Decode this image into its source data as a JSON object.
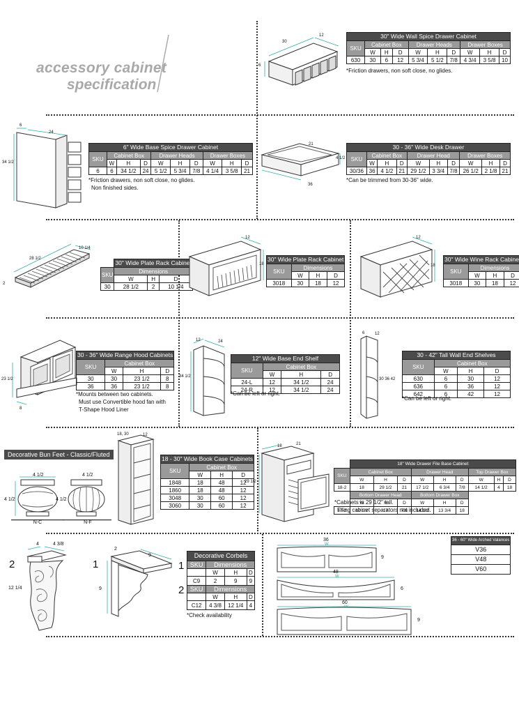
{
  "page_title": {
    "line1": "accessory cabinet",
    "line2": "specification"
  },
  "spice30": {
    "title": "30\" Wide Wall Spice Drawer Cabinet",
    "groups": [
      "SKU",
      "Cabinet Box",
      "Drawer Heads",
      "Drawer Boxes"
    ],
    "cols": [
      "W",
      "H",
      "D",
      "W",
      "H",
      "D",
      "W",
      "H",
      "D"
    ],
    "row": [
      "630",
      "30",
      "6",
      "12",
      "5 3/4",
      "5 1/2",
      "7/8",
      "4 3/4",
      "3 5/8",
      "10"
    ],
    "note": "*Friction drawers, non soft close, no glides.",
    "dims": {
      "w": "30",
      "d": "12",
      "h": "6"
    }
  },
  "spice6": {
    "title": "6\" Wide Base Spice Drawer Cabinet",
    "groups": [
      "SKU",
      "Cabinet Box",
      "Drawer Heads",
      "Drawer Boxes"
    ],
    "cols": [
      "W",
      "H",
      "D",
      "W",
      "H",
      "D",
      "W",
      "H",
      "D"
    ],
    "row": [
      "6",
      "6",
      "34 1/2",
      "24",
      "5 1/2",
      "5 3/4",
      "7/8",
      "4 1/4",
      "3 5/8",
      "21"
    ],
    "note1": "*Friction drawers, non soft close, no glides.",
    "note2": "Non finished sides.",
    "dims": {
      "w": "6",
      "d": "24",
      "h": "34 1/2"
    }
  },
  "desk": {
    "title": "30 - 36\" Wide Desk Drawer",
    "groups": [
      "SKU",
      "Cabinet Box",
      "Drawer Head",
      "Drawer Boxes"
    ],
    "cols": [
      "W",
      "H",
      "D",
      "W",
      "H",
      "D",
      "W",
      "H",
      "D"
    ],
    "row": [
      "30/36",
      "36",
      "4 1/2",
      "21",
      "29 1/2",
      "3 3/4",
      "7/8",
      "26 1/2",
      "2 1/8",
      "21"
    ],
    "note": "*Can be trimmed from 30-36\" wide.",
    "dims": {
      "w": "36",
      "d": "21",
      "h": "4 1/2"
    }
  },
  "plate30": {
    "title": "30\" Wide Plate Rack Cabinet",
    "groups": [
      "SKU",
      "Dimensions"
    ],
    "cols": [
      "W",
      "H",
      "D"
    ],
    "row": [
      "30",
      "28 1/2",
      "2",
      "10 1/4"
    ],
    "dims": {
      "w": "28 1/2",
      "d": "10 1/4",
      "h": "2"
    }
  },
  "plate3018": {
    "title": "30\" Wide Plate Rack Cabinet",
    "groups": [
      "SKU",
      "Dimensions"
    ],
    "cols": [
      "W",
      "H",
      "D"
    ],
    "row": [
      "3018",
      "30",
      "18",
      "12"
    ],
    "dims": {
      "d": "12",
      "h": "18"
    }
  },
  "wine": {
    "title": "30\" Wide Wine Rack Cabinet",
    "groups": [
      "SKU",
      "Dimensions"
    ],
    "cols": [
      "W",
      "H",
      "D"
    ],
    "row": [
      "3018",
      "30",
      "18",
      "12"
    ],
    "dims": {
      "d": "12",
      "h": "18"
    }
  },
  "hood": {
    "title": "30 - 36\" Wide Range Hood Cabinets",
    "groups": [
      "SKU",
      "Cabinet Box"
    ],
    "cols": [
      "W",
      "H",
      "D"
    ],
    "rows": [
      [
        "30",
        "30",
        "23 1/2",
        "8"
      ],
      [
        "36",
        "36",
        "23 1/2",
        "8"
      ]
    ],
    "note1": "*Mounts between two cabinets.",
    "note2": "Must use Convertible hood fan with",
    "note3": "T-Shape Hood Liner",
    "dims": {
      "h": "23 1/2",
      "d": "8"
    }
  },
  "endshelf": {
    "title": "12\" Wide Base End Shelf",
    "groups": [
      "SKU",
      "Cabinet Box"
    ],
    "cols": [
      "W",
      "H",
      "D"
    ],
    "rows": [
      [
        "24-L",
        "12",
        "34 1/2",
        "24"
      ],
      [
        "24-R",
        "12",
        "34 1/2",
        "24"
      ]
    ],
    "note": "*Can be left or right.",
    "dims": {
      "w": "12",
      "d": "24",
      "h": "34 1/2"
    }
  },
  "wallend": {
    "title": "30 - 42\" Tall Wall End Shelves",
    "groups": [
      "SKU",
      "Cabinet Box"
    ],
    "cols": [
      "W",
      "H",
      "D"
    ],
    "rows": [
      [
        "630",
        "6",
        "30",
        "12"
      ],
      [
        "636",
        "6",
        "36",
        "12"
      ],
      [
        "642",
        "6",
        "42",
        "12"
      ]
    ],
    "note": "*Can be left or right.",
    "dims": {
      "w": "6",
      "d": "12",
      "h": "30 36 42"
    }
  },
  "bunfeet": {
    "title": "Decorative Bun Feet - Classic/Fluted",
    "nc": {
      "label": "N-C",
      "w": "4 1/2",
      "h": "4 1/2"
    },
    "nf": {
      "label": "N-F",
      "w": "4 1/2",
      "h": "4 1/2"
    }
  },
  "bookcase": {
    "title": "18 - 30\" Wide Book Case Cabinets",
    "groups": [
      "SKU",
      "Cabinet Box"
    ],
    "cols": [
      "W",
      "H",
      "D"
    ],
    "rows": [
      [
        "1848",
        "18",
        "48",
        "12"
      ],
      [
        "1860",
        "18",
        "48",
        "12"
      ],
      [
        "3048",
        "30",
        "60",
        "12"
      ],
      [
        "3060",
        "30",
        "60",
        "12"
      ]
    ],
    "dims": {
      "w": "18, 30",
      "d": "12"
    }
  },
  "file": {
    "title": "18\" Wide Drawer File Base Cabinet",
    "groups": [
      "SKU",
      "Cabinet Box",
      "Drawer Head",
      "Top Drawer Box"
    ],
    "groups2": [
      "Bottom Drawer Head",
      "Bottom Drawer Box"
    ],
    "cols": [
      "W",
      "H",
      "D",
      "W",
      "H",
      "D",
      "W",
      "H",
      "D"
    ],
    "row1": [
      "18-2",
      "18",
      "29 1/2",
      "21",
      "17 1/2",
      "6 3/4",
      "7/8",
      "14 1/2",
      "4",
      "18"
    ],
    "row2": [
      "17-2",
      "17 1/2",
      "17",
      "7/8",
      "14 1/2",
      "13 3/4",
      "18"
    ],
    "note1": "*Cabinets is 29 1/2\" tall.",
    "note2": "Filing cabinet separators not included.",
    "dims": {
      "w": "18",
      "d": "21",
      "h": "29 1/2"
    }
  },
  "corbel": {
    "big1": "2",
    "w1": "4",
    "d1": "4 3/8",
    "h1": "12 1/4",
    "big2": "1",
    "w2": "2",
    "d2": "9",
    "h2": "9"
  },
  "corbels": {
    "title": "Decorative Corbels",
    "num1": "1",
    "num2": "2",
    "groups": [
      "SKU",
      "Dimensions"
    ],
    "cols": [
      "W",
      "H",
      "D"
    ],
    "row1": [
      "C9",
      "2",
      "9",
      "9"
    ],
    "row2": [
      "C12",
      "4 3/8",
      "12 1/4",
      "4"
    ],
    "note": "*Check availability"
  },
  "valance": {
    "title": "36 - 60\" Wide Arched Valances",
    "items": [
      "V36",
      "V48",
      "V60"
    ],
    "v36": {
      "w": "36",
      "h": "9"
    },
    "v48": {
      "w": "48",
      "h": "6"
    },
    "v60": {
      "w": "60",
      "h": "9"
    },
    "dim_letters": {
      "w": "W",
      "h": "H",
      "d": "D"
    }
  }
}
